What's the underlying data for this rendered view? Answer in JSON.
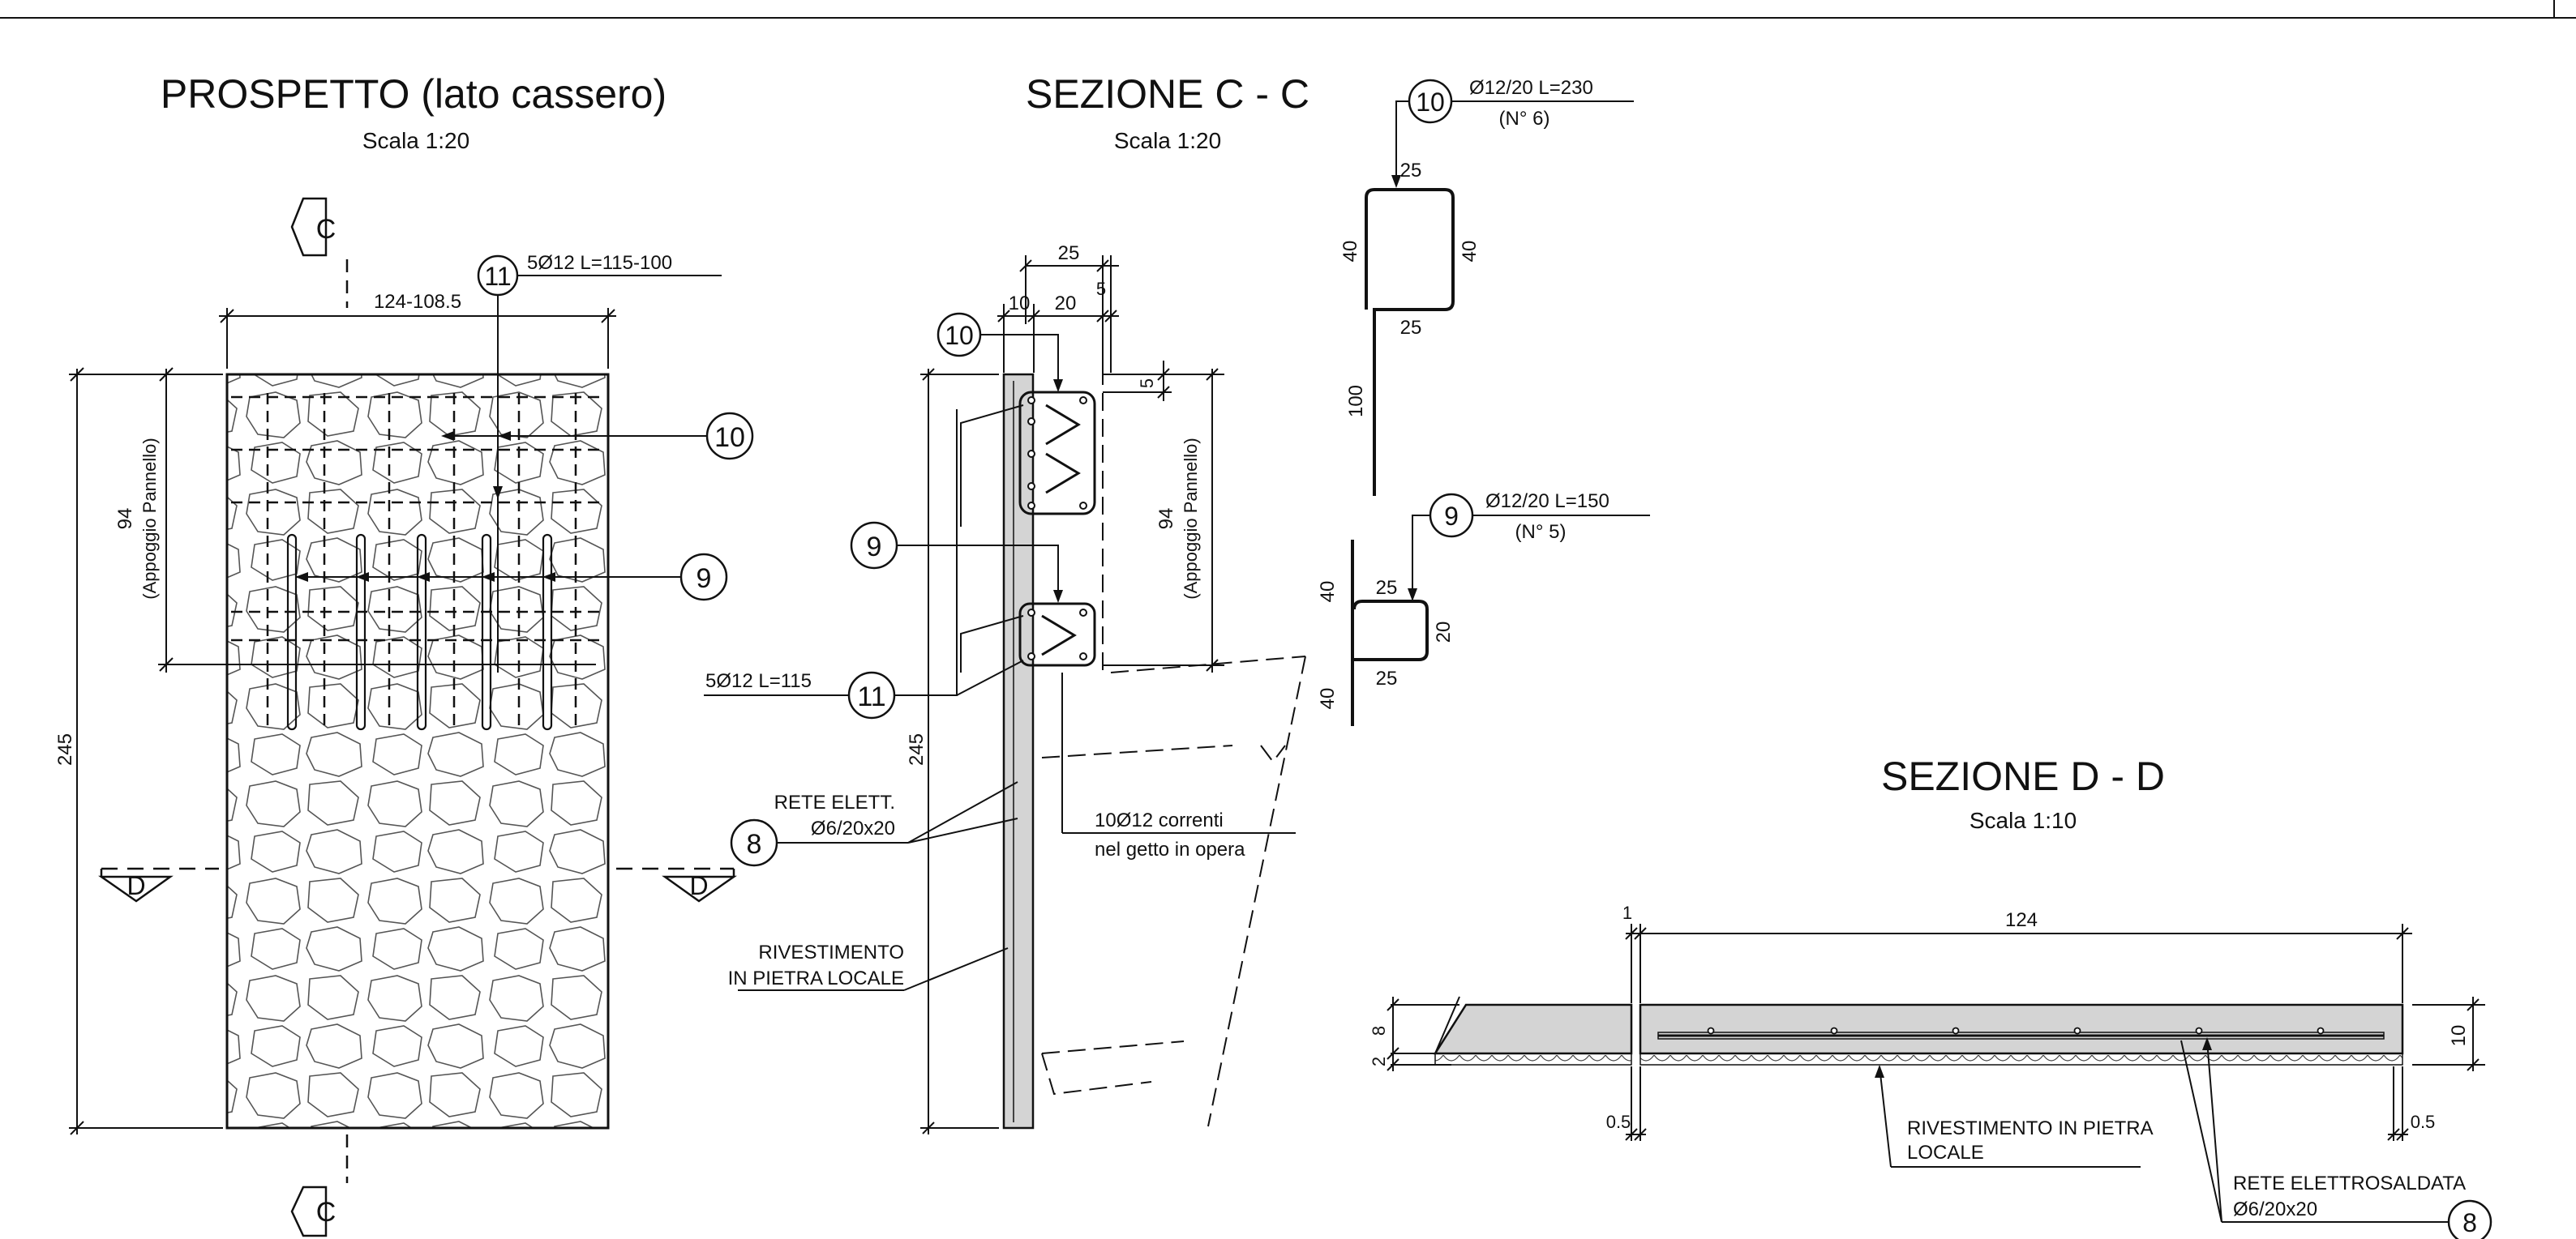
{
  "prospetto": {
    "title": "PROSPETTO (lato cassero)",
    "scale": "Scala 1:20",
    "width_dim": "124-108.5",
    "height_dim": "245",
    "bearing_dim": "94",
    "bearing_label": "(Appoggio Pannello)",
    "section_mark_c": "C",
    "section_mark_d": "D",
    "callout_10": "10",
    "callout_9": "9",
    "callout_11": "11",
    "bar_11_note": "5Ø12 L=115-100"
  },
  "sezione_cc": {
    "title": "SEZIONE C - C",
    "scale": "Scala 1:20",
    "dim_25": "25",
    "dim_10": "10",
    "dim_20": "20",
    "dim_5_top": "5",
    "dim_5_side": "5",
    "height_dim": "245",
    "bearing_dim": "94",
    "bearing_label": "(Appoggio Pannello)",
    "callout_10": "10",
    "callout_9": "9",
    "callout_11": "11",
    "callout_8": "8",
    "bar_11_note": "5Ø12 L=115",
    "mesh_label_1": "RETE ELETT.",
    "mesh_label_2": "Ø6/20x20",
    "cast_label_1": "10Ø12 correnti",
    "cast_label_2": "nel getto in opera",
    "cladding_label_1": "RIVESTIMENTO",
    "cladding_label_2": "IN PIETRA LOCALE"
  },
  "bar_10_detail": {
    "callout": "10",
    "spec": "Ø12/20 L=230",
    "count": "(N° 6)",
    "dim_top": "25",
    "dim_bottom": "25",
    "dim_left": "40",
    "dim_right": "40",
    "dim_tail": "100"
  },
  "bar_9_detail": {
    "callout": "9",
    "spec": "Ø12/20 L=150",
    "count": "(N° 5)",
    "dim_top": "25",
    "dim_bottom": "25",
    "dim_right": "20",
    "dim_up": "40",
    "dim_down": "40"
  },
  "sezione_dd": {
    "title": "SEZIONE D - D",
    "scale": "Scala 1:10",
    "dim_1": "1",
    "dim_124": "124",
    "dim_8": "8",
    "dim_2": "2",
    "dim_10": "10",
    "dim_05_left": "0.5",
    "dim_05_right": "0.5",
    "cladding_label_1": "RIVESTIMENTO IN PIETRA",
    "cladding_label_2": "LOCALE",
    "mesh_label_1": "RETE ELETTROSALDATA",
    "mesh_label_2": "Ø6/20x20",
    "callout_8": "8"
  }
}
